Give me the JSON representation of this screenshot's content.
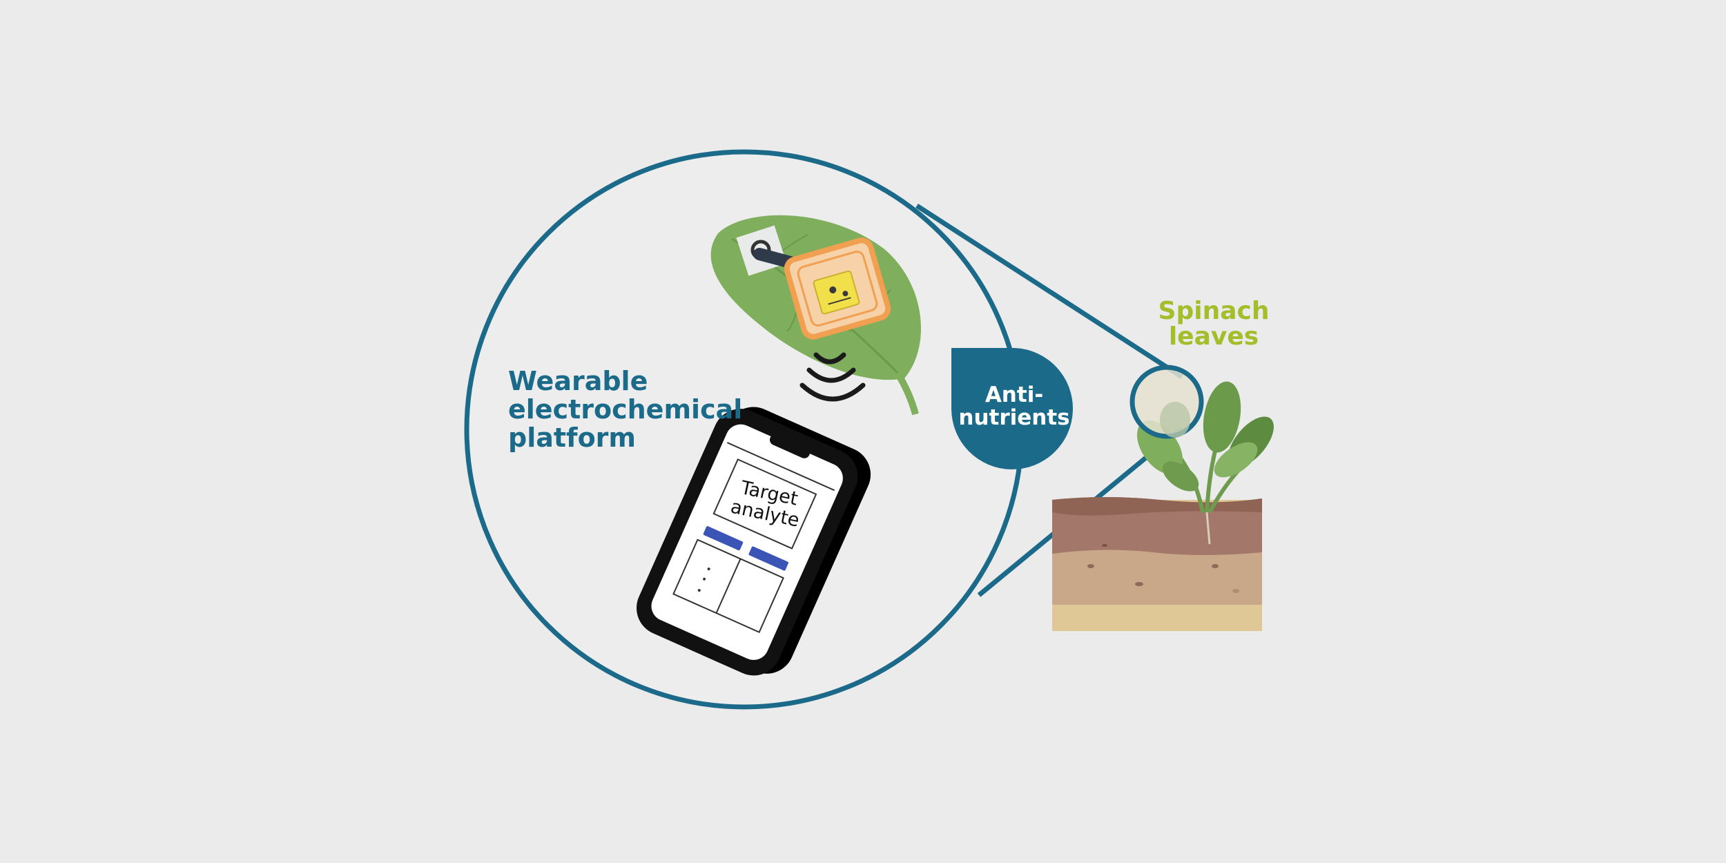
{
  "labels": {
    "platform": "Wearable electrochemical platform",
    "spinach": "Spinach leaves",
    "antinutrients": "Anti- nutrients",
    "screen_title": "Target analyte"
  },
  "colors": {
    "background": "#ebebeb",
    "circle_stroke": "#1c6a8a",
    "platform_text": "#1c6a8a",
    "spinach_text": "#a4bd2a",
    "bubble_fill": "#1c6a8a",
    "leaf": "#7fae5c",
    "soil_top": "#a3786a",
    "soil_mid": "#c9a88a",
    "soil_bottom": "#e0c896",
    "phone_body": "#111111",
    "sensor_coil": "#f0a050",
    "sensor_chip": "#f2e04a"
  },
  "icons": {
    "wireless": "wireless-signal-icon",
    "phone": "smartphone-icon",
    "sensor": "sensor-patch-icon"
  }
}
